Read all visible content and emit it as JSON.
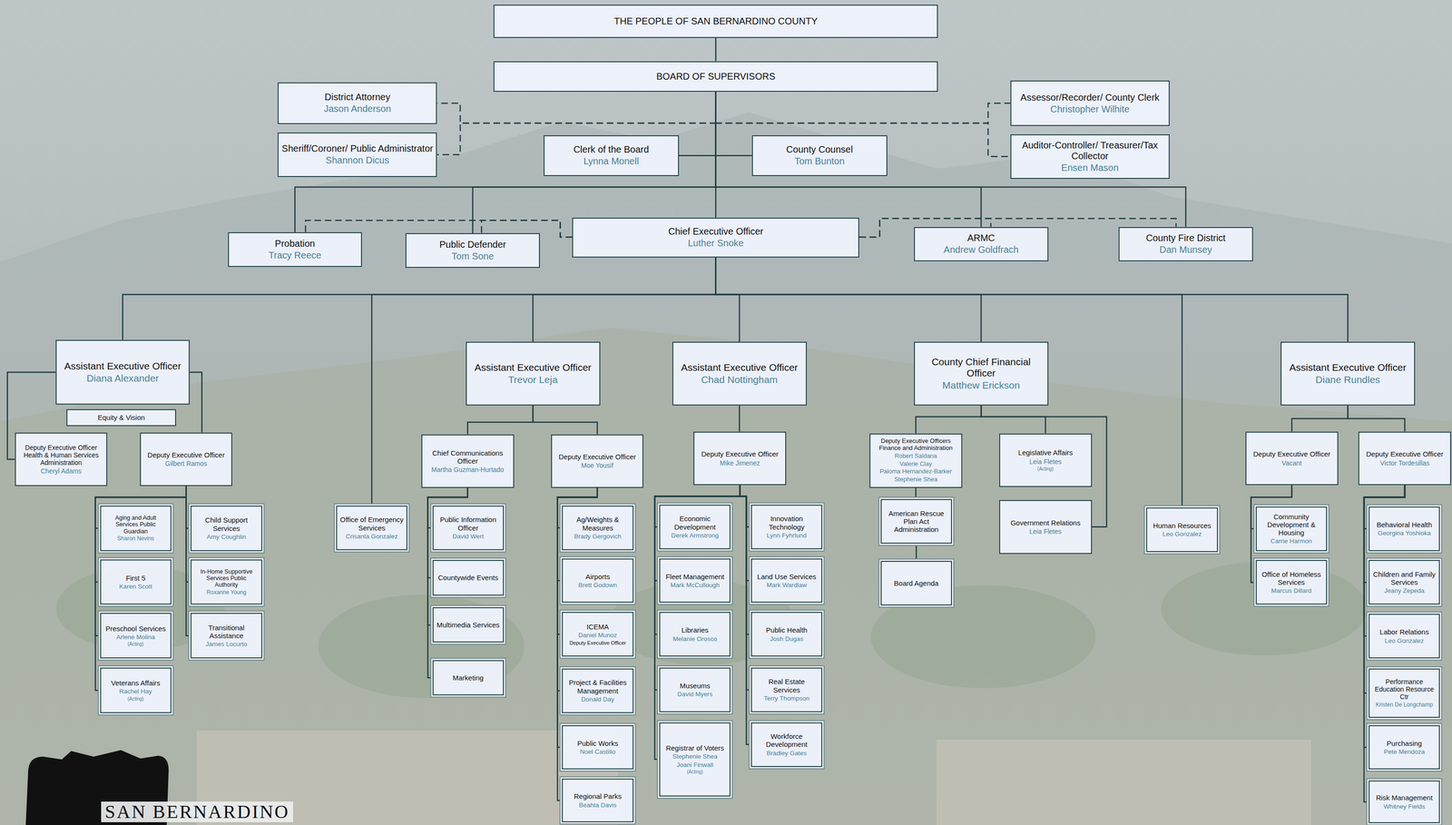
{
  "diagram": {
    "nodes": [
      {
        "text": [
          "THE PEOPLE OF SAN BERNARDINO COUNTY"
        ]
      },
      {
        "text": [
          "BOARD OF SUPERVISORS"
        ]
      },
      {
        "text": [
          "District Attorney",
          "Jason Anderson"
        ]
      },
      {
        "text": [
          "Sheriff/Coroner/ Public Administrator",
          "Shannon Dicus"
        ]
      },
      {
        "text": [
          "Clerk of the Board",
          "Lynna Monell"
        ]
      },
      {
        "text": [
          "County Counsel",
          "Tom Bunton"
        ]
      },
      {
        "text": [
          "Assessor/Recorder/ County Clerk",
          "Christopher Wilhite"
        ]
      },
      {
        "text": [
          "Auditor-Controller/ Treasurer/Tax Collector",
          "Ensen Mason"
        ]
      },
      {
        "text": [
          "Probation",
          "Tracy Reece"
        ]
      },
      {
        "text": [
          "Public Defender",
          "Tom Sone"
        ]
      },
      {
        "text": [
          "Chief Executive Officer",
          "Luther Snoke"
        ]
      },
      {
        "text": [
          "ARMC",
          "Andrew Goldfrach"
        ]
      },
      {
        "text": [
          "County Fire District",
          "Dan Munsey"
        ]
      },
      {
        "text": [
          "Assistant Executive Officer",
          "Diana Alexander"
        ]
      },
      {
        "text": [
          "Equity & Vision"
        ]
      },
      {
        "text": [
          "Deputy Executive Officer Health & Human Services Administration",
          "Cheryl Adams"
        ]
      },
      {
        "text": [
          "Deputy Executive Officer",
          "Gilbert Ramos"
        ]
      },
      {
        "text": [
          "Aging and Adult Services Public Guardian",
          "Sharon Nevins"
        ]
      },
      {
        "text": [
          "First 5",
          "Karen Scott"
        ]
      },
      {
        "text": [
          "Preschool Services",
          "Arlene Molina",
          "(Acting)"
        ]
      },
      {
        "text": [
          "Veterans Affairs",
          "Rachel Hay",
          "(Acting)"
        ]
      },
      {
        "text": [
          "Child Support Services",
          "Amy Coughlin"
        ]
      },
      {
        "text": [
          "In-Home Supportive Services Public Authority",
          "Roxanne Young"
        ]
      },
      {
        "text": [
          "Transitional Assistance",
          "James Locurto"
        ]
      },
      {
        "text": [
          "Office of Emergency Services",
          "Crisanta Gonzalez"
        ]
      },
      {
        "text": [
          "Assistant Executive Officer",
          "Trevor Leja"
        ]
      },
      {
        "text": [
          "Chief Communications Officer",
          "Martha Guzman-Hurtado"
        ]
      },
      {
        "text": [
          "Deputy Executive Officer",
          "Moe Yousif"
        ]
      },
      {
        "text": [
          "Public Information Officer",
          "David Wert"
        ]
      },
      {
        "text": [
          "Countywide Events"
        ]
      },
      {
        "text": [
          "Multimedia Services"
        ]
      },
      {
        "text": [
          "Marketing"
        ]
      },
      {
        "text": [
          "Ag/Weights & Measures",
          "Brady Gergovich"
        ]
      },
      {
        "text": [
          "Airports",
          "Brett Godown"
        ]
      },
      {
        "text": [
          "ICEMA",
          "Daniel Munoz",
          "Deputy Executive Officer"
        ]
      },
      {
        "text": [
          "Project & Facilities Management",
          "Donald Day"
        ]
      },
      {
        "text": [
          "Public Works",
          "Noel Castillo"
        ]
      },
      {
        "text": [
          "Regional Parks",
          "Beahta Davis"
        ]
      },
      {
        "text": [
          "Assistant Executive Officer",
          "Chad Nottingham"
        ]
      },
      {
        "text": [
          "Deputy Executive Officer",
          "Mike Jimenez"
        ]
      },
      {
        "text": [
          "Economic Development",
          "Derek Armstrong"
        ]
      },
      {
        "text": [
          "Fleet Management",
          "Mark McCullough"
        ]
      },
      {
        "text": [
          "Libraries",
          "Melanie Orosco"
        ]
      },
      {
        "text": [
          "Museums",
          "David Myers"
        ]
      },
      {
        "text": [
          "Registrar of Voters",
          "Stephenie Shea",
          "Joani Finwall",
          "(Acting)"
        ]
      },
      {
        "text": [
          "Innovation Technology",
          "Lynn Fyhrlund"
        ]
      },
      {
        "text": [
          "Land Use Services",
          "Mark Wardlaw"
        ]
      },
      {
        "text": [
          "Public Health",
          "Josh Dugas"
        ]
      },
      {
        "text": [
          "Real Estate Services",
          "Terry Thompson"
        ]
      },
      {
        "text": [
          "Workforce Development",
          "Bradley Gates"
        ]
      },
      {
        "text": [
          "County Chief Financial Officer",
          "Matthew Erickson"
        ]
      },
      {
        "text": [
          "Deputy Executive Officers Finance and Administration",
          "Robert Saldana",
          "Valerie Clay",
          "Paloma Hernandez-Barker",
          "Stephenie Shea"
        ]
      },
      {
        "text": [
          "American Rescue Plan Act Administration"
        ]
      },
      {
        "text": [
          "Board Agenda"
        ]
      },
      {
        "text": [
          "Legislative Affairs",
          "Leia Fletes",
          "(Acting)"
        ]
      },
      {
        "text": [
          "Government Relations",
          "Leia Fletes"
        ]
      },
      {
        "text": [
          "Human Resources",
          "Leo Gonzalez"
        ]
      },
      {
        "text": [
          "Assistant Executive Officer",
          "Diane Rundles"
        ]
      },
      {
        "text": [
          "Deputy Executive Officer",
          "Vacant"
        ]
      },
      {
        "text": [
          "Deputy Executive Officer",
          "Victor Tordesillas"
        ]
      },
      {
        "text": [
          "Community Development & Housing",
          "Carrie Harmon"
        ]
      },
      {
        "text": [
          "Office of Homeless Services",
          "Marcus Dillard"
        ]
      },
      {
        "text": [
          "Behavioral Health",
          "Georgina Yoshioka"
        ]
      },
      {
        "text": [
          "Children and Family Services",
          "Jeany Zepeda"
        ]
      },
      {
        "text": [
          "Labor Relations",
          "Leo Gonzalez"
        ]
      },
      {
        "text": [
          "Performance Education Resource Ctr",
          "Kristen De Longchamp"
        ]
      },
      {
        "text": [
          "Purchasing",
          "Pete Mendoza"
        ]
      },
      {
        "text": [
          "Risk Management",
          "Whitney Fields"
        ]
      }
    ],
    "edges": [
      {
        "from": 0,
        "to": 1,
        "arrow": "none"
      },
      {
        "from": 1,
        "to": 2,
        "arrow": "none"
      },
      {
        "from": 1,
        "to": 3,
        "arrow": "none"
      },
      {
        "from": 1,
        "to": 6,
        "arrow": "none"
      },
      {
        "from": 1,
        "to": 7,
        "arrow": "none"
      },
      {
        "from": 1,
        "to": 4,
        "arrow": "none"
      },
      {
        "from": 1,
        "to": 5,
        "arrow": "none"
      },
      {
        "from": 1,
        "to": 8,
        "arrow": "none"
      },
      {
        "from": 1,
        "to": 9,
        "arrow": "none"
      },
      {
        "from": 1,
        "to": 10,
        "arrow": "none"
      },
      {
        "from": 1,
        "to": 11,
        "arrow": "none"
      },
      {
        "from": 1,
        "to": 12,
        "arrow": "none"
      },
      {
        "from": 10,
        "to": 8,
        "arrow": "none"
      },
      {
        "from": 10,
        "to": 9,
        "arrow": "none"
      },
      {
        "from": 10,
        "to": 11,
        "arrow": "none"
      },
      {
        "from": 10,
        "to": 12,
        "arrow": "none"
      },
      {
        "from": 10,
        "to": 13,
        "arrow": "none"
      },
      {
        "from": 10,
        "to": 24,
        "arrow": "none"
      },
      {
        "from": 10,
        "to": 25,
        "arrow": "none"
      },
      {
        "from": 10,
        "to": 38,
        "arrow": "none"
      },
      {
        "from": 10,
        "to": 50,
        "arrow": "none"
      },
      {
        "from": 10,
        "to": 56,
        "arrow": "none"
      },
      {
        "from": 10,
        "to": 57,
        "arrow": "none"
      },
      {
        "from": 13,
        "to": 15,
        "arrow": "none"
      },
      {
        "from": 13,
        "to": 16,
        "arrow": "none"
      },
      {
        "from": 16,
        "to": 17,
        "arrow": "none"
      },
      {
        "from": 16,
        "to": 18,
        "arrow": "none"
      },
      {
        "from": 16,
        "to": 19,
        "arrow": "none"
      },
      {
        "from": 16,
        "to": 20,
        "arrow": "none"
      },
      {
        "from": 16,
        "to": 21,
        "arrow": "none"
      },
      {
        "from": 16,
        "to": 22,
        "arrow": "none"
      },
      {
        "from": 16,
        "to": 23,
        "arrow": "none"
      },
      {
        "from": 25,
        "to": 26,
        "arrow": "none"
      },
      {
        "from": 25,
        "to": 27,
        "arrow": "none"
      },
      {
        "from": 26,
        "to": 28,
        "arrow": "none"
      },
      {
        "from": 26,
        "to": 29,
        "arrow": "none"
      },
      {
        "from": 26,
        "to": 30,
        "arrow": "none"
      },
      {
        "from": 26,
        "to": 31,
        "arrow": "none"
      },
      {
        "from": 27,
        "to": 32,
        "arrow": "none"
      },
      {
        "from": 27,
        "to": 33,
        "arrow": "none"
      },
      {
        "from": 27,
        "to": 34,
        "arrow": "none"
      },
      {
        "from": 27,
        "to": 35,
        "arrow": "none"
      },
      {
        "from": 27,
        "to": 36,
        "arrow": "none"
      },
      {
        "from": 27,
        "to": 37,
        "arrow": "none"
      },
      {
        "from": 38,
        "to": 39,
        "arrow": "none"
      },
      {
        "from": 39,
        "to": 40,
        "arrow": "none"
      },
      {
        "from": 39,
        "to": 41,
        "arrow": "none"
      },
      {
        "from": 39,
        "to": 42,
        "arrow": "none"
      },
      {
        "from": 39,
        "to": 43,
        "arrow": "none"
      },
      {
        "from": 39,
        "to": 44,
        "arrow": "none"
      },
      {
        "from": 39,
        "to": 45,
        "arrow": "none"
      },
      {
        "from": 39,
        "to": 46,
        "arrow": "none"
      },
      {
        "from": 39,
        "to": 47,
        "arrow": "none"
      },
      {
        "from": 39,
        "to": 48,
        "arrow": "none"
      },
      {
        "from": 39,
        "to": 49,
        "arrow": "none"
      },
      {
        "from": 50,
        "to": 51,
        "arrow": "none"
      },
      {
        "from": 50,
        "to": 54,
        "arrow": "none"
      },
      {
        "from": 50,
        "to": 55,
        "arrow": "none"
      },
      {
        "from": 51,
        "to": 52,
        "arrow": "none"
      },
      {
        "from": 52,
        "to": 53,
        "arrow": "none"
      },
      {
        "from": 57,
        "to": 58,
        "arrow": "none"
      },
      {
        "from": 57,
        "to": 59,
        "arrow": "none"
      },
      {
        "from": 58,
        "to": 60,
        "arrow": "none"
      },
      {
        "from": 58,
        "to": 61,
        "arrow": "none"
      },
      {
        "from": 59,
        "to": 62,
        "arrow": "none"
      },
      {
        "from": 59,
        "to": 63,
        "arrow": "none"
      },
      {
        "from": 59,
        "to": 64,
        "arrow": "none"
      },
      {
        "from": 59,
        "to": 65,
        "arrow": "none"
      },
      {
        "from": 59,
        "to": 66,
        "arrow": "none"
      },
      {
        "from": 59,
        "to": 67,
        "arrow": "none"
      }
    ],
    "labels": [
      "SAN BERNARDINO"
    ]
  }
}
